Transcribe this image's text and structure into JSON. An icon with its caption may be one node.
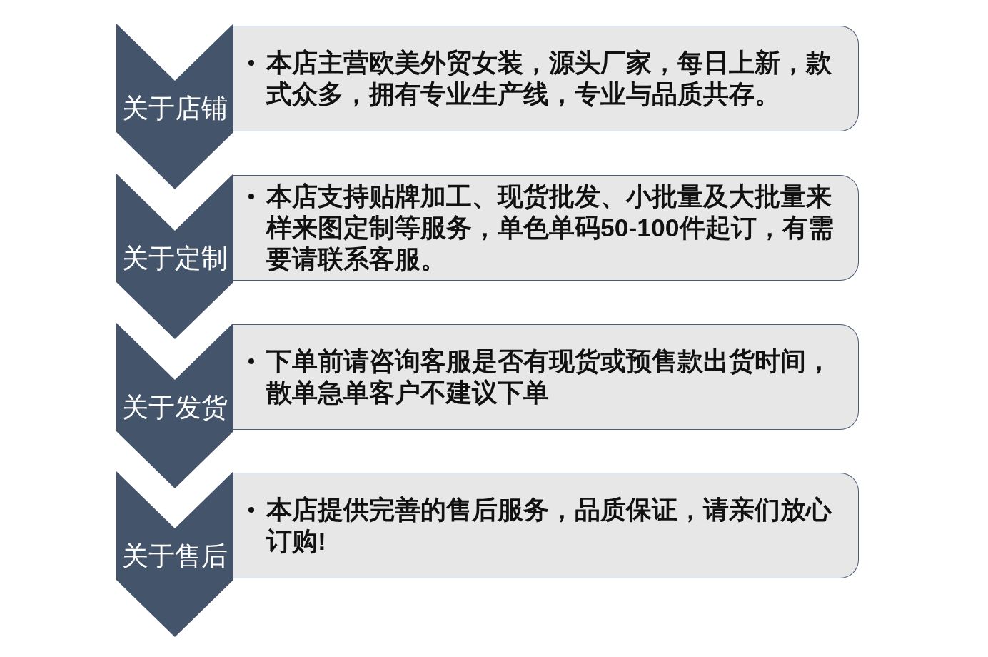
{
  "diagram": {
    "nodes": [
      {
        "text": [
          "关于店铺"
        ]
      },
      {
        "text": [
          "本店主营欧美外贸女装，源头厂家，每日上新，款式众多，拥有专业生产线，专业与品质共存。"
        ]
      },
      {
        "text": [
          "关于定制"
        ]
      },
      {
        "text": [
          "本店支持贴牌加工、现货批发、小批量及大批量来样来图定制等服务，单色单码50-100件起订，有需要请联系客服。"
        ]
      },
      {
        "text": [
          "关于发货"
        ]
      },
      {
        "text": [
          "下单前请咨询客服是否有现货或预售款出货时间，散单急单客户不建议下单"
        ]
      },
      {
        "text": [
          "关于售后"
        ]
      },
      {
        "text": [
          "本店提供完善的售后服务，品质保证，请亲们放心订购!"
        ]
      }
    ]
  }
}
